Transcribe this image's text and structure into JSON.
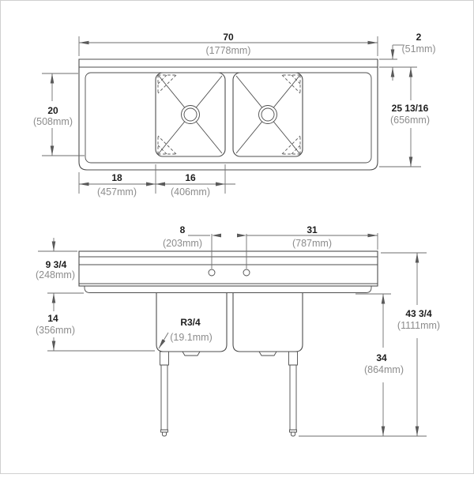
{
  "colors": {
    "background": "#ffffff",
    "object_line": "#4d4d4d",
    "dimension_line": "#6e6e6e",
    "inch_text": "#1d1d1d",
    "mm_text": "#8c8c8c",
    "border": "#d0d0d0"
  },
  "drawing": {
    "plan_view": {
      "dims": {
        "overall_width": {
          "in": "70",
          "mm": "(1778mm)"
        },
        "back_ledge": {
          "in": "2",
          "mm": "(51mm)"
        },
        "bowl_front_to_back": {
          "in": "20",
          "mm": "(508mm)"
        },
        "overall_front_to_back": {
          "in": "25 13/16",
          "mm": "(656mm)"
        },
        "left_drainboard": {
          "in": "18",
          "mm": "(457mm)"
        },
        "bowl_width": {
          "in": "16",
          "mm": "(406mm)"
        }
      }
    },
    "front_view": {
      "dims": {
        "faucet_hole_spacing": {
          "in": "8",
          "mm": "(203mm)"
        },
        "faucet_to_right_edge": {
          "in": "31",
          "mm": "(787mm)"
        },
        "splash_apron_height": {
          "in": "9 3/4",
          "mm": "(248mm)"
        },
        "bowl_depth": {
          "in": "14",
          "mm": "(356mm)"
        },
        "corner_radius": {
          "in": "R3/4",
          "mm": "(19.1mm)"
        },
        "overall_height": {
          "in": "43 3/4",
          "mm": "(1111mm)"
        },
        "floor_to_rim": {
          "in": "34",
          "mm": "(864mm)"
        }
      }
    }
  }
}
